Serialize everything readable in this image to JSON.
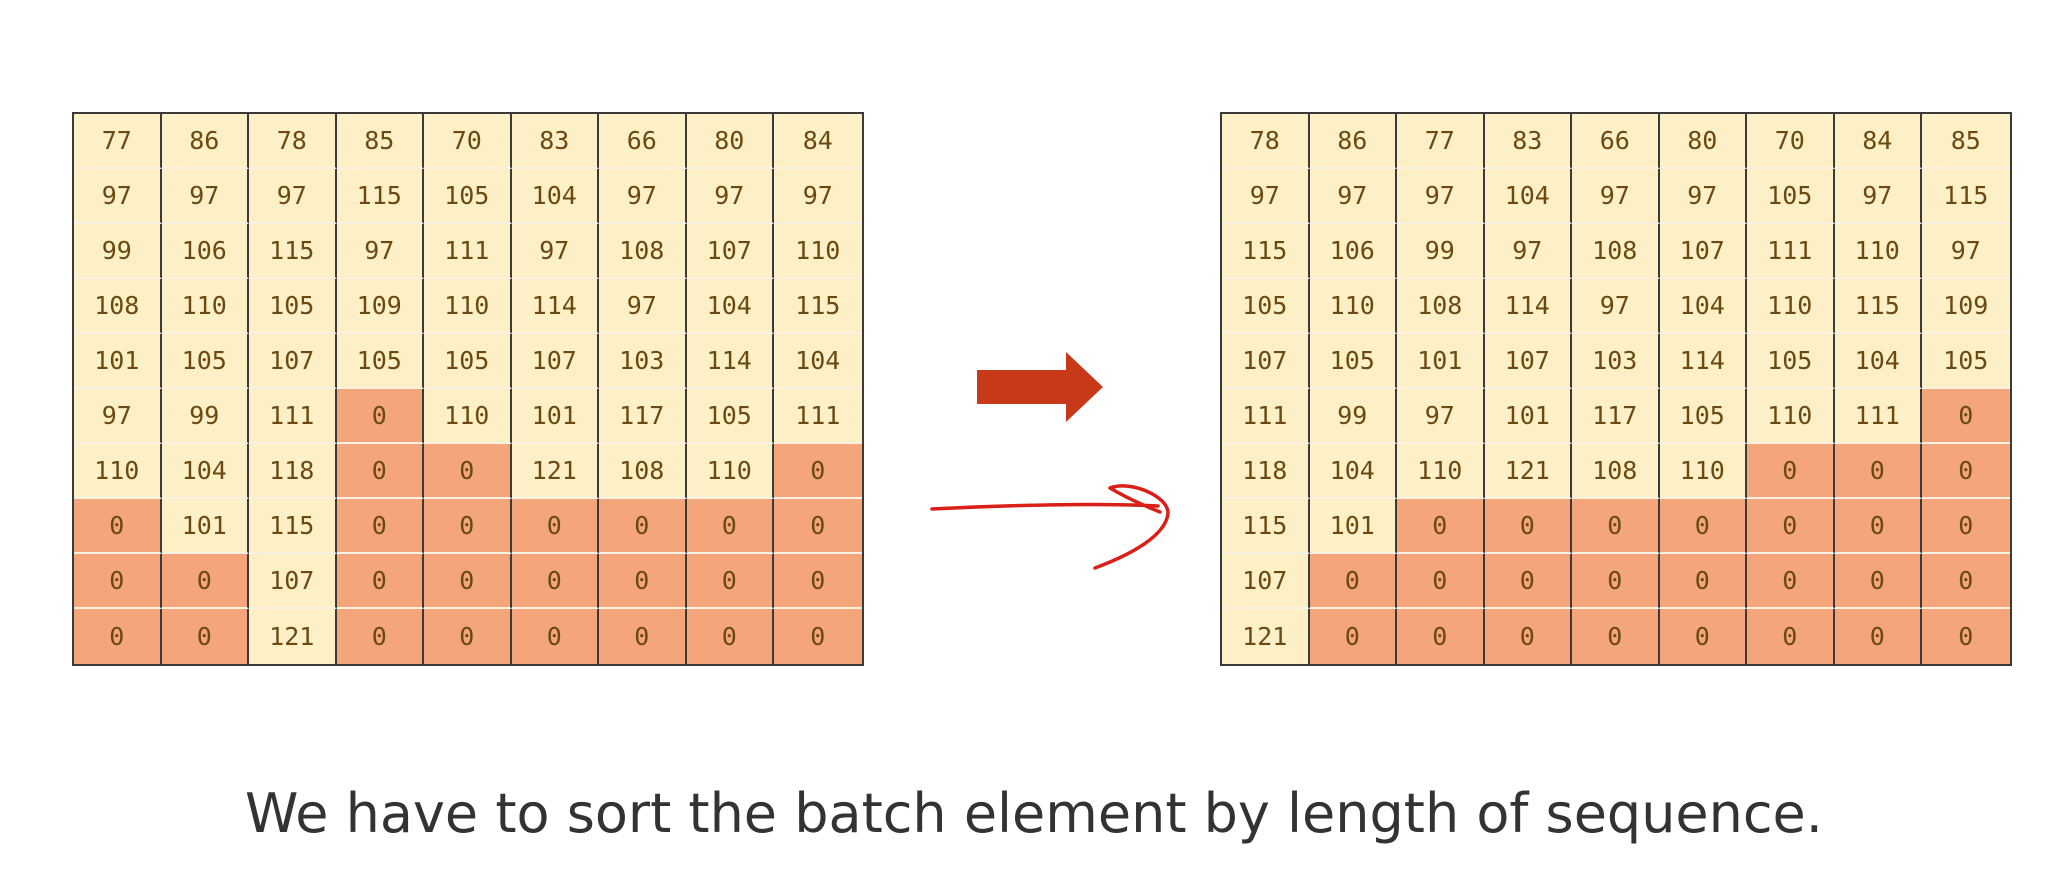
{
  "colors": {
    "value_cell": "#fdefc6",
    "padding_cell": "#f4a57a",
    "cell_text": "#6b4a12",
    "block_arrow": "#c8391a",
    "hand_arrow": "#d91f17"
  },
  "left_grid": {
    "rows": [
      [
        "77",
        "86",
        "78",
        "85",
        "70",
        "83",
        "66",
        "80",
        "84"
      ],
      [
        "97",
        "97",
        "97",
        "115",
        "105",
        "104",
        "97",
        "97",
        "97"
      ],
      [
        "99",
        "106",
        "115",
        "97",
        "111",
        "97",
        "108",
        "107",
        "110"
      ],
      [
        "108",
        "110",
        "105",
        "109",
        "110",
        "114",
        "97",
        "104",
        "115"
      ],
      [
        "101",
        "105",
        "107",
        "105",
        "105",
        "107",
        "103",
        "114",
        "104"
      ],
      [
        "97",
        "99",
        "111",
        "0",
        "110",
        "101",
        "117",
        "105",
        "111"
      ],
      [
        "110",
        "104",
        "118",
        "0",
        "0",
        "121",
        "108",
        "110",
        "0"
      ],
      [
        "0",
        "101",
        "115",
        "0",
        "0",
        "0",
        "0",
        "0",
        "0"
      ],
      [
        "0",
        "0",
        "107",
        "0",
        "0",
        "0",
        "0",
        "0",
        "0"
      ],
      [
        "0",
        "0",
        "121",
        "0",
        "0",
        "0",
        "0",
        "0",
        "0"
      ]
    ]
  },
  "right_grid": {
    "rows": [
      [
        "78",
        "86",
        "77",
        "83",
        "66",
        "80",
        "70",
        "84",
        "85"
      ],
      [
        "97",
        "97",
        "97",
        "104",
        "97",
        "97",
        "105",
        "97",
        "115"
      ],
      [
        "115",
        "106",
        "99",
        "97",
        "108",
        "107",
        "111",
        "110",
        "97"
      ],
      [
        "105",
        "110",
        "108",
        "114",
        "97",
        "104",
        "110",
        "115",
        "109"
      ],
      [
        "107",
        "105",
        "101",
        "107",
        "103",
        "114",
        "105",
        "104",
        "105"
      ],
      [
        "111",
        "99",
        "97",
        "101",
        "117",
        "105",
        "110",
        "111",
        "0"
      ],
      [
        "118",
        "104",
        "110",
        "121",
        "108",
        "110",
        "0",
        "0",
        "0"
      ],
      [
        "115",
        "101",
        "0",
        "0",
        "0",
        "0",
        "0",
        "0",
        "0"
      ],
      [
        "107",
        "0",
        "0",
        "0",
        "0",
        "0",
        "0",
        "0",
        "0"
      ],
      [
        "121",
        "0",
        "0",
        "0",
        "0",
        "0",
        "0",
        "0",
        "0"
      ]
    ]
  },
  "icons": {
    "block_arrow": "right-arrow-icon",
    "hand_arrow": "hand-drawn-arrow-icon"
  },
  "caption": "We have to sort the batch element by length of sequence."
}
